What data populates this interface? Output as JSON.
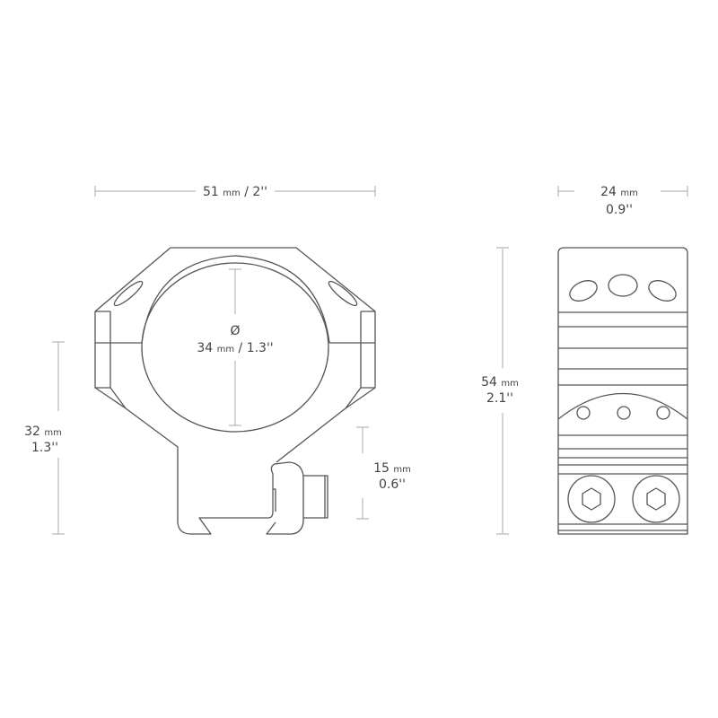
{
  "title": "Scope ring dimensions",
  "dimensions": {
    "width": {
      "value": "51",
      "unit": "mm",
      "imperial": "/ 2''"
    },
    "bore": {
      "symbol": "Ø",
      "value": "34",
      "unit": "mm",
      "imperial": "/ 1.3''"
    },
    "center_height": {
      "value": "32",
      "unit": "mm",
      "imperial": "1.3''"
    },
    "base_height": {
      "value": "15",
      "unit": "mm",
      "imperial": "0.6''"
    },
    "total_height": {
      "value": "54",
      "unit": "mm",
      "imperial": "2.1''"
    },
    "depth": {
      "value": "24",
      "unit": "mm",
      "imperial": "0.9''"
    }
  }
}
